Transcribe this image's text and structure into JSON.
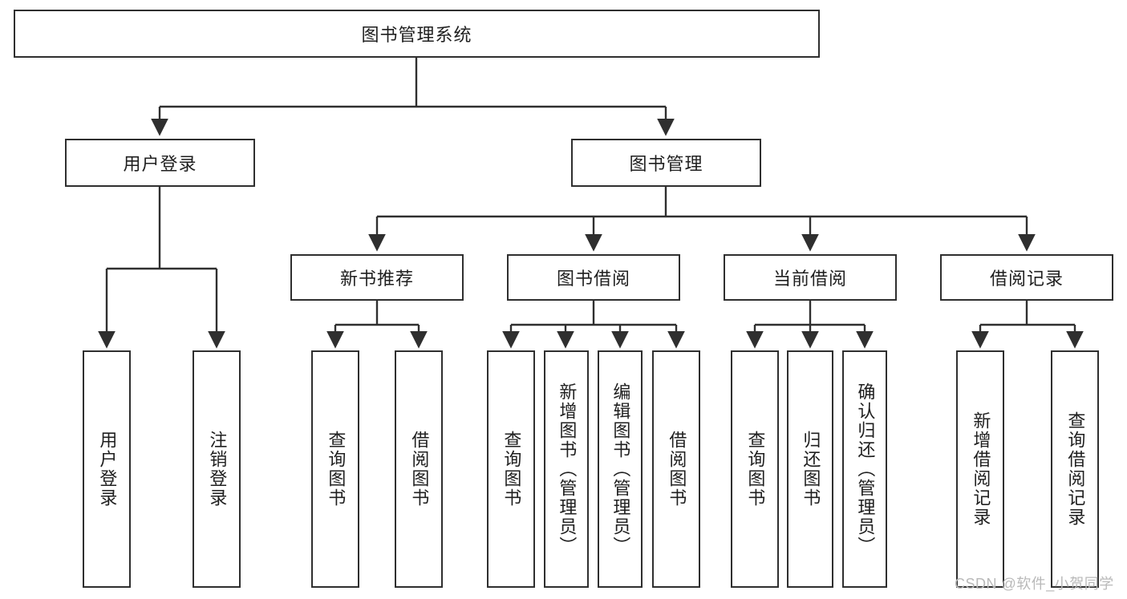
{
  "diagram": {
    "title": "图书管理系统",
    "watermark": "CSDN @软件_小贺同学",
    "line_color": "#2f2f2f",
    "text_color": "#1f1f1f",
    "background": "#ffffff",
    "watermark_color": "#b9b9b9"
  },
  "nodes": {
    "root": "图书管理系统",
    "level1": [
      "用户登录",
      "图书管理"
    ],
    "level2": [
      "新书推荐",
      "图书借阅",
      "当前借阅",
      "借阅记录"
    ],
    "leaves": {
      "user_login": [
        "用户登录",
        "注销登录"
      ],
      "new_book": [
        "查询图书",
        "借阅图书"
      ],
      "book_borrow": [
        "查询图书",
        "新增图书（管理员）",
        "编辑图书（管理员）",
        "借阅图书"
      ],
      "current_borrow": [
        "查询图书",
        "归还图书",
        "确认归还（管理员）"
      ],
      "borrow_record": [
        "新增借阅记录",
        "查询借阅记录"
      ]
    }
  }
}
